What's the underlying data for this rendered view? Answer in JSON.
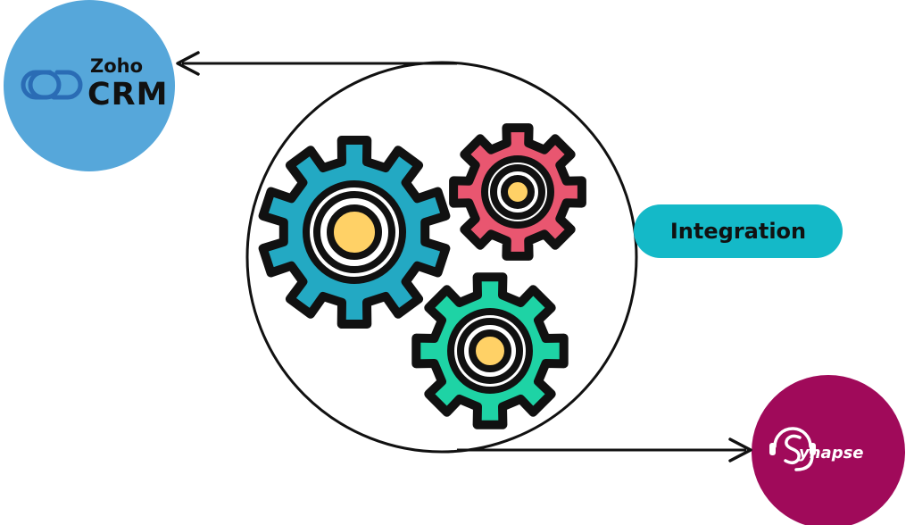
{
  "colors": {
    "zoho_circle": "#56A7DA",
    "synapse_circle": "#A00A5A",
    "pill": "#14B9C8",
    "gear_blue": "#23A9C3",
    "gear_red": "#E95670",
    "gear_green": "#1ED3A5",
    "gear_core": "#FFD166",
    "outline": "#111111",
    "zoho_logo": "#2A6CB5"
  },
  "nodes": {
    "zoho": {
      "brand": "Zoho",
      "product": "CRM",
      "icon": "zoho-infinity-icon"
    },
    "integration": {
      "label": "Integration"
    },
    "synapse": {
      "brand": "ynapse",
      "icon": "synapse-headset-s-icon"
    }
  },
  "connectors": [
    {
      "from": "integration",
      "to": "zoho",
      "direction": "left"
    },
    {
      "from": "integration",
      "to": "synapse",
      "direction": "right"
    }
  ],
  "gears": [
    "blue",
    "red",
    "green"
  ]
}
